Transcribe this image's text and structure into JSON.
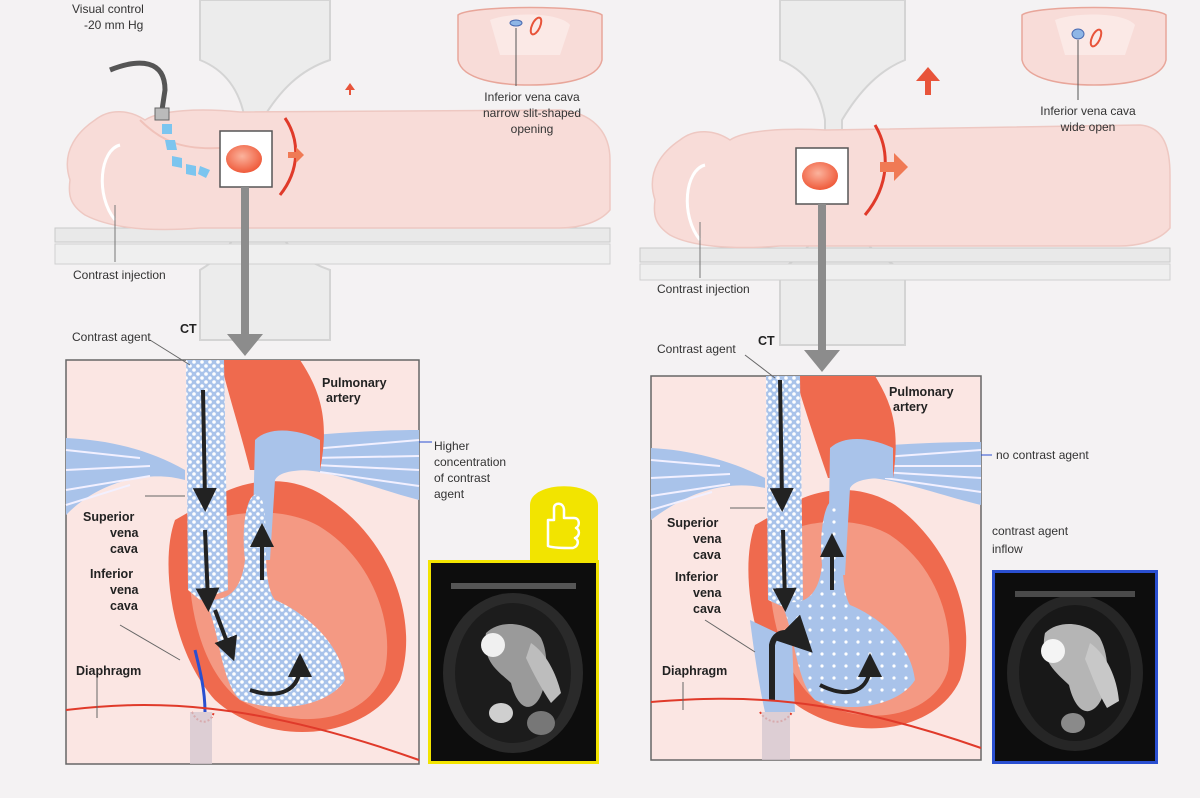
{
  "left": {
    "visual_control": "Visual control",
    "pressure": "-20 mm Hg",
    "contrast_injection": "Contrast injection",
    "contrast_agent": "Contrast agent",
    "ct": "CT",
    "ivc_line1": "Inferior vena cava",
    "ivc_line2": "narrow slit-shaped",
    "ivc_line3": "opening",
    "pulmonary_line1": "Pulmonary",
    "pulmonary_line2": "artery",
    "higher_line1": "Higher",
    "higher_line2": "concentration",
    "higher_line3": "of contrast",
    "higher_line4": "agent",
    "svc_line1": "Superior",
    "svc_line2": "vena",
    "svc_line3": "cava",
    "ivc2_line1": "Inferior",
    "ivc2_line2": "vena",
    "ivc2_line3": "cava",
    "diaphragm": "Diaphragm"
  },
  "right": {
    "contrast_injection": "Contrast injection",
    "contrast_agent": "Contrast agent",
    "ct": "CT",
    "ivc_line1": "Inferior vena cava",
    "ivc_line2": "wide open",
    "pulmonary_line1": "Pulmonary",
    "pulmonary_line2": "artery",
    "no_contrast": "no contrast agent",
    "inflow_line1": "contrast agent",
    "inflow_line2": "inflow",
    "svc_line1": "Superior",
    "svc_line2": "vena",
    "svc_line3": "cava",
    "ivc2_line1": "Inferior",
    "ivc2_line2": "vena",
    "ivc2_line3": "cava",
    "diaphragm": "Diaphragm"
  },
  "colors": {
    "body_fill": "#f8dcd8",
    "heart_red": "#ef6a4e",
    "vessel_blue": "#a9c3ea",
    "outline_red": "#e03a2a",
    "thumbs_yellow": "#f2e400",
    "ct_border_yellow": "#f2e400",
    "ct_border_blue": "#2a4fd0",
    "arrow_gray": "#8c8c8c"
  },
  "icons": [
    "thumbs-up-icon",
    "arrow-down-icon",
    "arrow-up-icon",
    "arrow-right-icon"
  ]
}
